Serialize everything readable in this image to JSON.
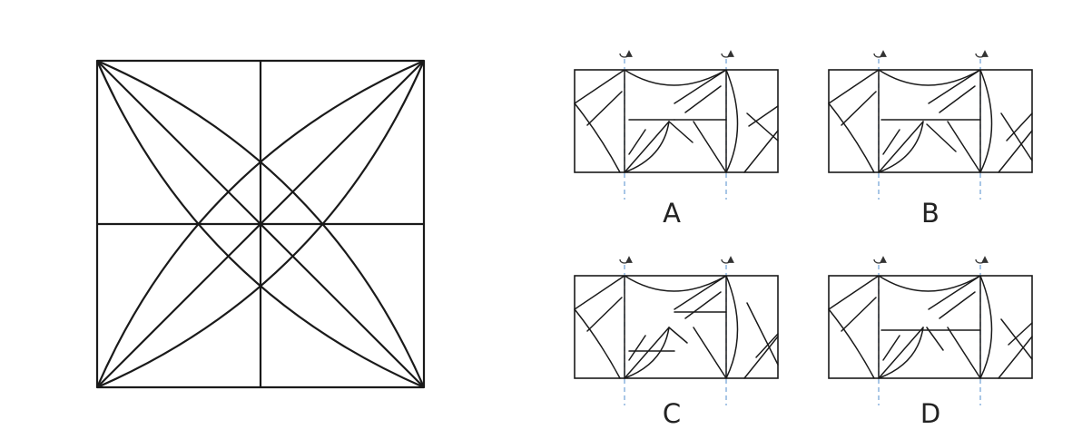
{
  "colors": {
    "ink": "#1a1a1a",
    "axis": "#7aa7d8",
    "background": "#ffffff"
  },
  "icons": [
    "rotate-arrow-icon"
  ],
  "puzzle": {
    "options": [
      {
        "id": "A",
        "label": "A"
      },
      {
        "id": "B",
        "label": "B"
      },
      {
        "id": "C",
        "label": "C"
      },
      {
        "id": "D",
        "label": "D"
      }
    ]
  }
}
